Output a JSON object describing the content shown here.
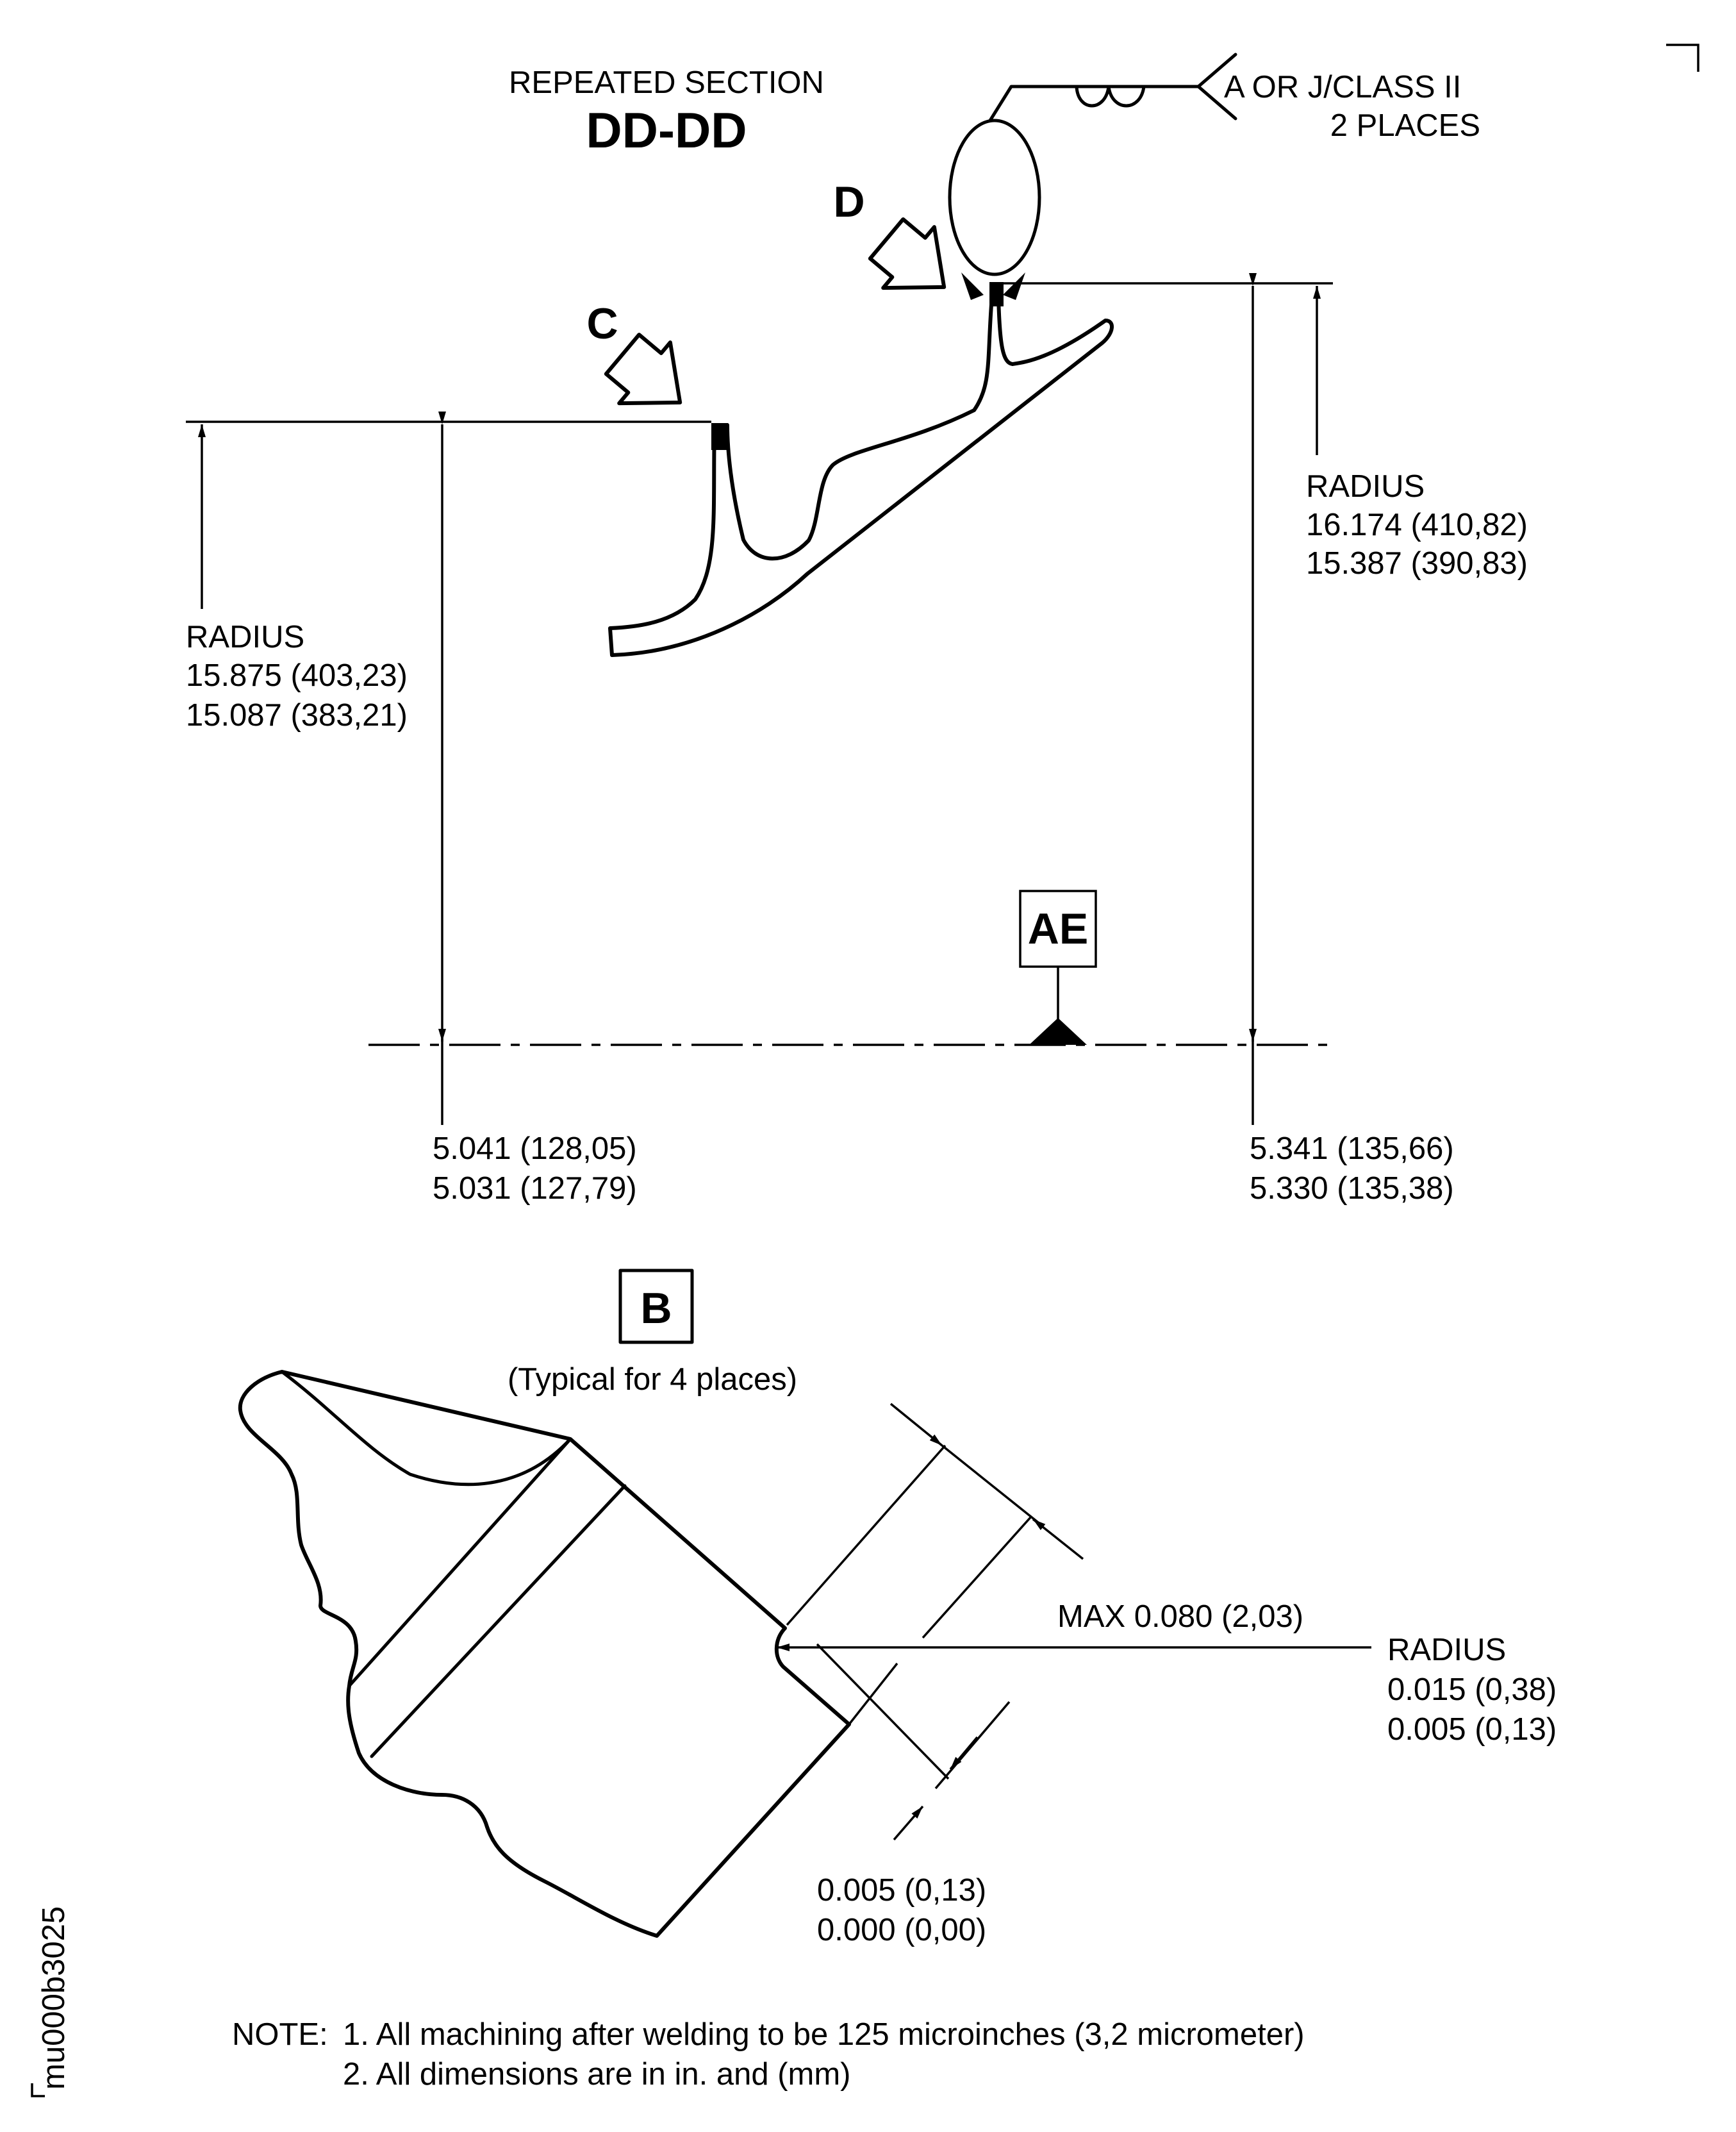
{
  "section": {
    "title_small": "REPEATED SECTION",
    "title_large": "DD-DD"
  },
  "weld_symbol": {
    "line1": "A OR J/CLASS II",
    "line2": "2 PLACES"
  },
  "view_arrows": {
    "c": "C",
    "d": "D"
  },
  "dims": {
    "left_radius": {
      "label": "RADIUS",
      "line1": "15.875 (403,23)",
      "line2": "15.087 (383,21)"
    },
    "right_radius": {
      "label": "RADIUS",
      "line1": "16.174 (410,82)",
      "line2": "15.387 (390,83)"
    },
    "left_axial": {
      "line1": "5.041 (128,05)",
      "line2": "5.031 (127,79)"
    },
    "right_axial": {
      "line1": "5.341 (135,66)",
      "line2": "5.330 (135,38)"
    }
  },
  "datum": "AE",
  "detail": {
    "label": "B",
    "subtitle": "(Typical for 4 places)",
    "max_dim": "MAX 0.080 (2,03)",
    "edge_radius": {
      "label": "RADIUS",
      "line1": "0.015 (0,38)",
      "line2": "0.005 (0,13)"
    },
    "offset": {
      "line1": "0.005 (0,13)",
      "line2": "0.000 (0,00)"
    }
  },
  "notes": {
    "prefix": "NOTE:",
    "n1": "1. All machining after welding to be 125 microinches (3,2 micrometer)",
    "n2": "2. All dimensions are in in. and (mm)"
  },
  "figure_id": "mu000b3025"
}
